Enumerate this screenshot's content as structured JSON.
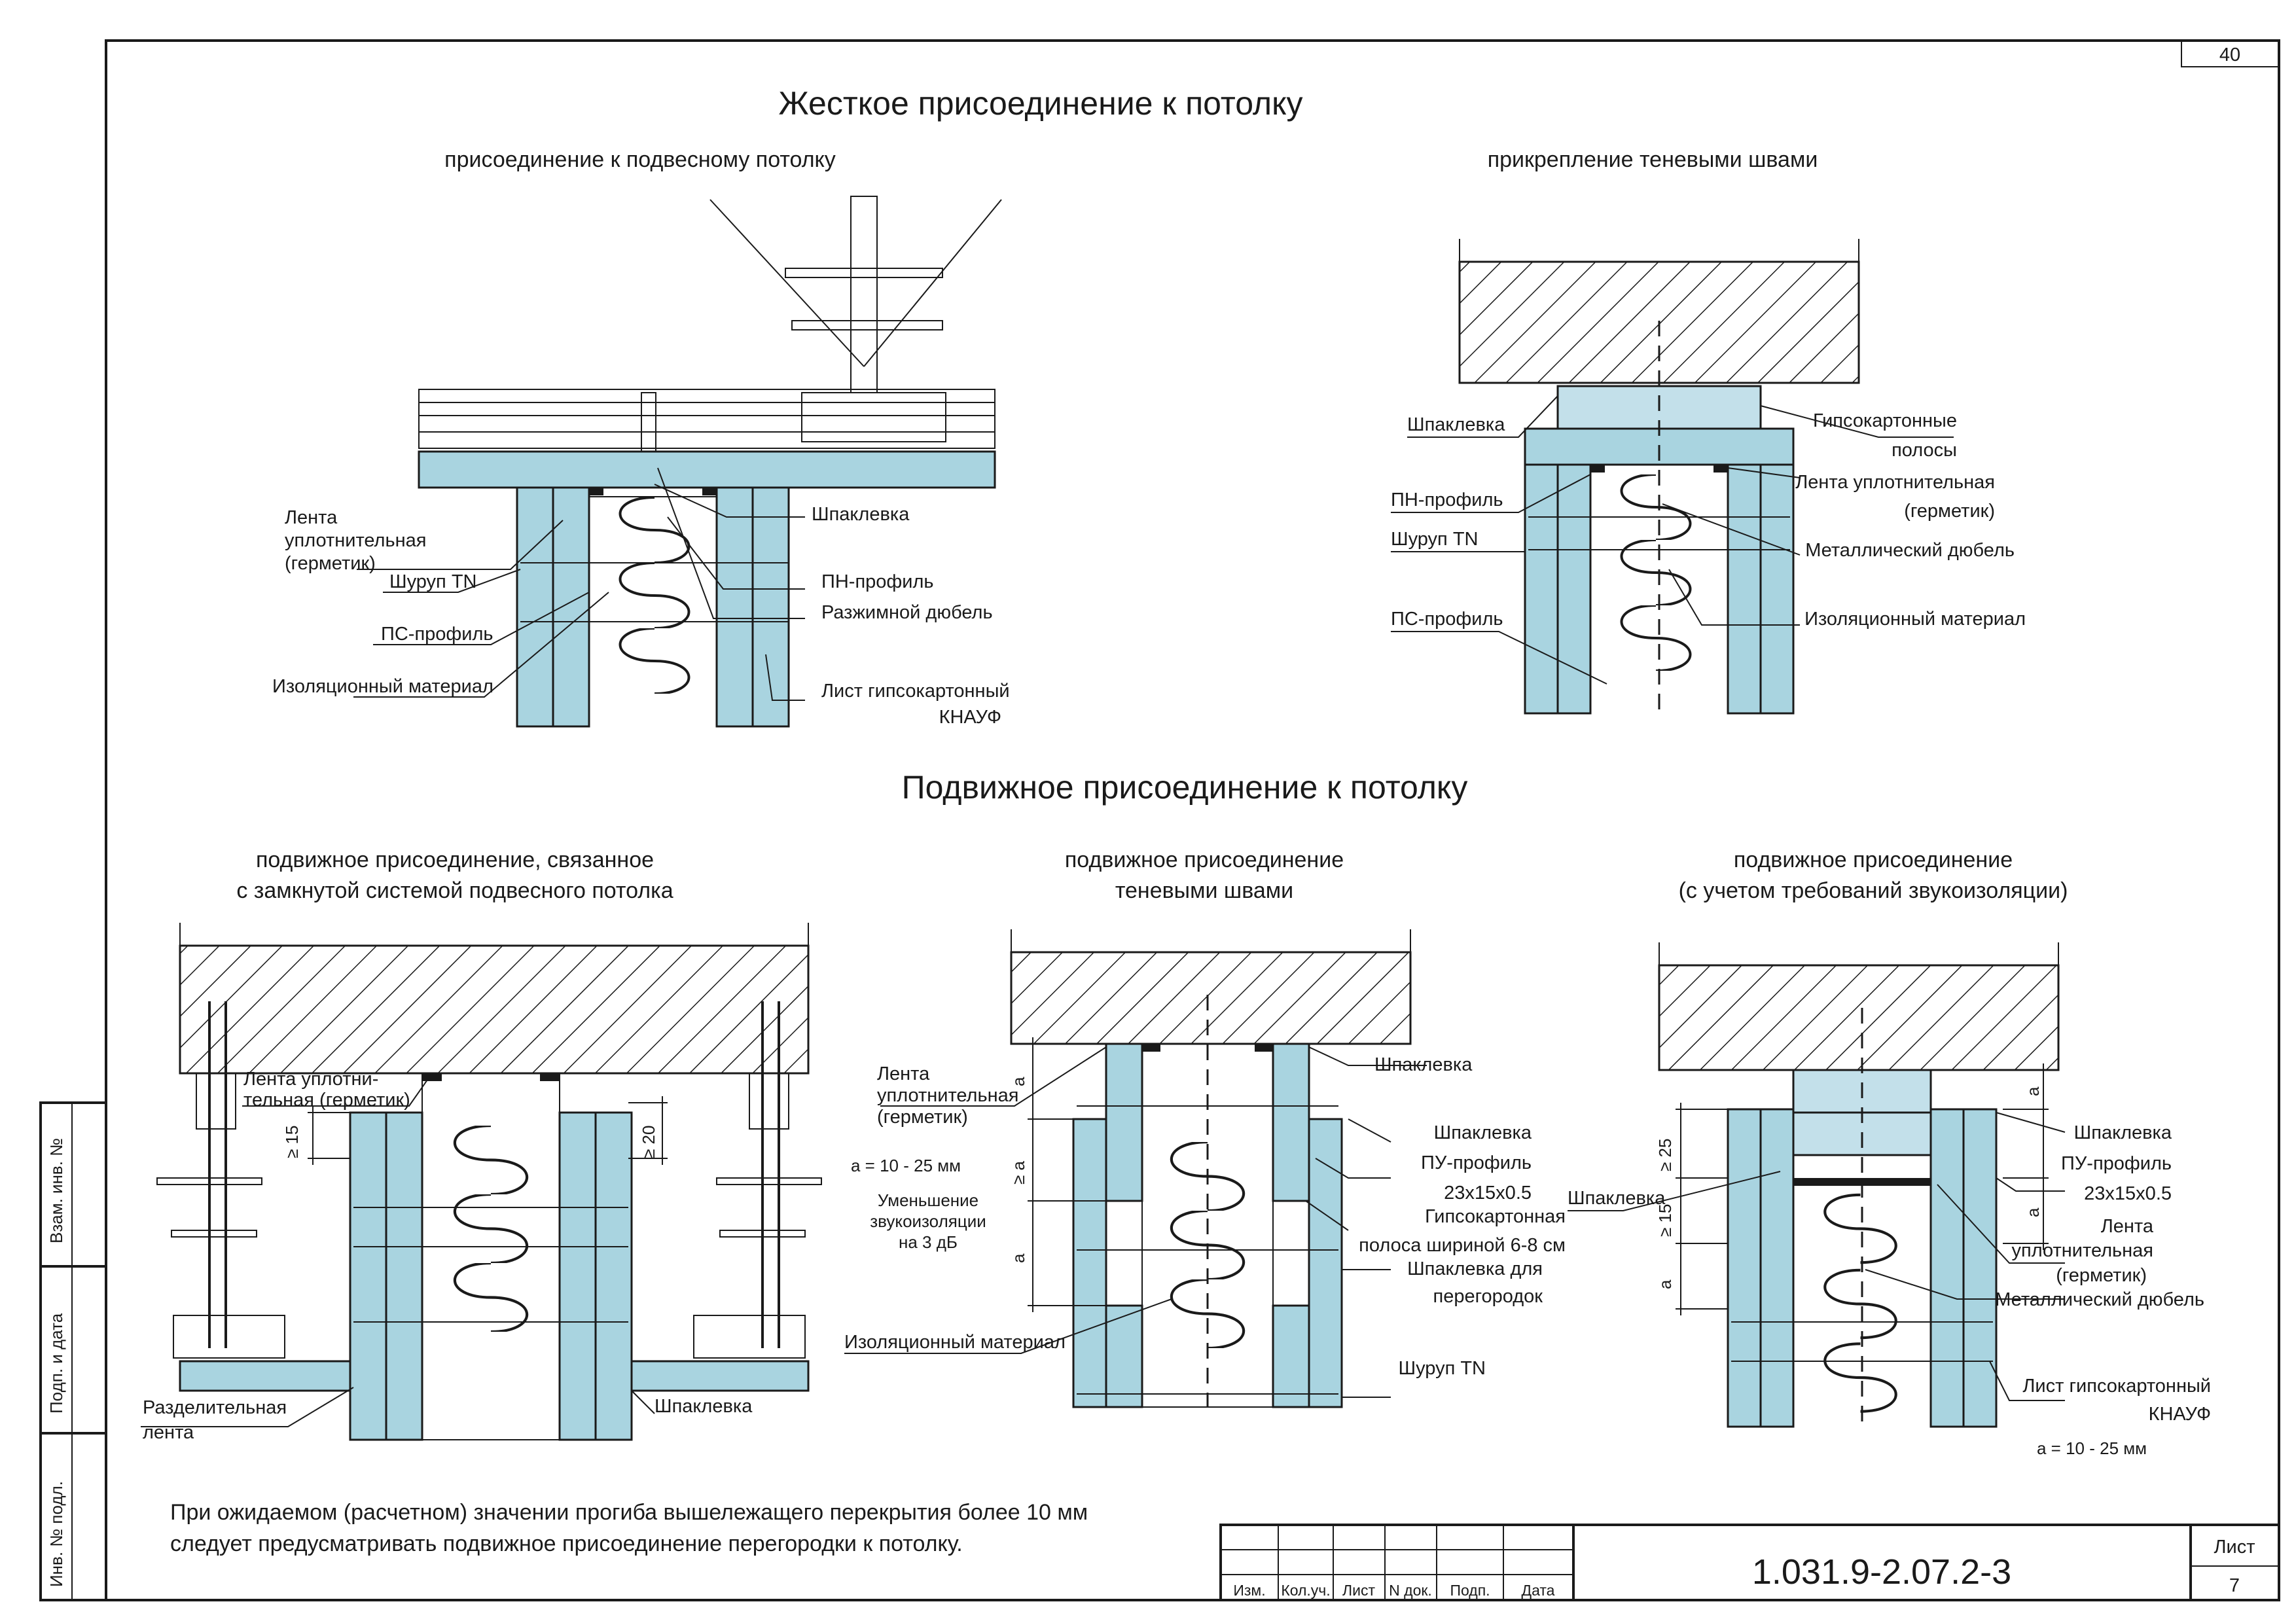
{
  "sheet": {
    "top_number": "40",
    "page_label": "Лист",
    "page_number": "7",
    "doc_code": "1.031.9-2.07.2-3"
  },
  "side_stamp": {
    "box1": "Взам. инв. №",
    "box2": "Подп. и дата",
    "box3": "Инв. № подл."
  },
  "stamp_cols": [
    "Изм.",
    "Кол.уч.",
    "Лист",
    "N док.",
    "Подп.",
    "Дата"
  ],
  "sections": {
    "rigid_title": "Жесткое присоединение к потолку",
    "movable_title": "Подвижное присоединение к потолку"
  },
  "d1": {
    "title": "присоединение к подвесному потолку",
    "labels": {
      "tape1": "Лента",
      "tape2": "уплотнительная",
      "tape3": "(герметик)",
      "screw": "Шуруп TN",
      "ps": "ПС-профиль",
      "insul": "Изоляционный материал",
      "putty": "Шпаклевка",
      "pn": "ПН-профиль",
      "dowel": "Разжимной дюбель",
      "sheet1": "Лист гипсокартонный",
      "sheet2": "КНАУФ"
    }
  },
  "d2": {
    "title": "прикрепление теневыми швами",
    "labels": {
      "putty": "Шпаклевка",
      "pn": "ПН-профиль",
      "screw": "Шуруп TN",
      "ps": "ПС-профиль",
      "strips1": "Гипсокартонные",
      "strips2": "полосы",
      "tape1": "Лента уплотнительная",
      "tape2": "(герметик)",
      "dowel": "Металлический дюбель",
      "insul": "Изоляционный материал"
    }
  },
  "d3": {
    "title1": "подвижное присоединение, связанное",
    "title2": "с замкнутой системой подвесного потолка",
    "labels": {
      "tape1": "Лента уплотни-",
      "tape2": "тельная (герметик)",
      "dim15": "≥ 15",
      "dim20": "≥ 20",
      "sep1": "Разделительная",
      "sep2": "лента",
      "putty": "Шпаклевка"
    }
  },
  "d4": {
    "title1": "подвижное присоединение",
    "title2": "теневыми швами",
    "labels": {
      "tape1": "Лента",
      "tape2": "уплотнительная",
      "tape3": "(герметик)",
      "a_range": "a = 10 - 25 мм",
      "reduce1": "Уменьшение",
      "reduce2": "звукоизоляции",
      "reduce3": "на 3 дБ",
      "insul": "Изоляционный материал",
      "dim_a1": "a",
      "dim_ga": "≥ a",
      "dim_a2": "a",
      "putty": "Шпаклевка",
      "putty2": "Шпаклевка",
      "pu": "ПУ-профиль",
      "pu_size": "23x15x0.5",
      "strip1": "Гипсокартонная",
      "strip2": "полоса шириной 6-8 см",
      "putty_part1": "Шпаклевка для",
      "putty_part2": "перегородок",
      "screw": "Шуруп TN"
    }
  },
  "d5": {
    "title1": "подвижное присоединение",
    "title2": "(с учетом требований звукоизоляции)",
    "labels": {
      "putty_left": "Шпаклевка",
      "dim25": "≥ 25",
      "dim15": "≥ 15",
      "dim_a1": "a",
      "dim_a2": "a",
      "dim_a3": "a",
      "putty": "Шпаклевка",
      "pu": "ПУ-профиль",
      "pu_size": "23x15x0.5",
      "tape1": "Лента",
      "tape2": "уплотнительная",
      "tape3": "(герметик)",
      "dowel": "Металлический дюбель",
      "sheet1": "Лист гипсокартонный",
      "sheet2": "КНАУФ",
      "a_range": "a = 10 - 25 мм"
    }
  },
  "note": {
    "line1": "При ожидаемом (расчетном) значении прогиба вышележащего перекрытия более 10 мм",
    "line2": "следует предусматривать подвижное присоединение перегородки к потолку."
  }
}
